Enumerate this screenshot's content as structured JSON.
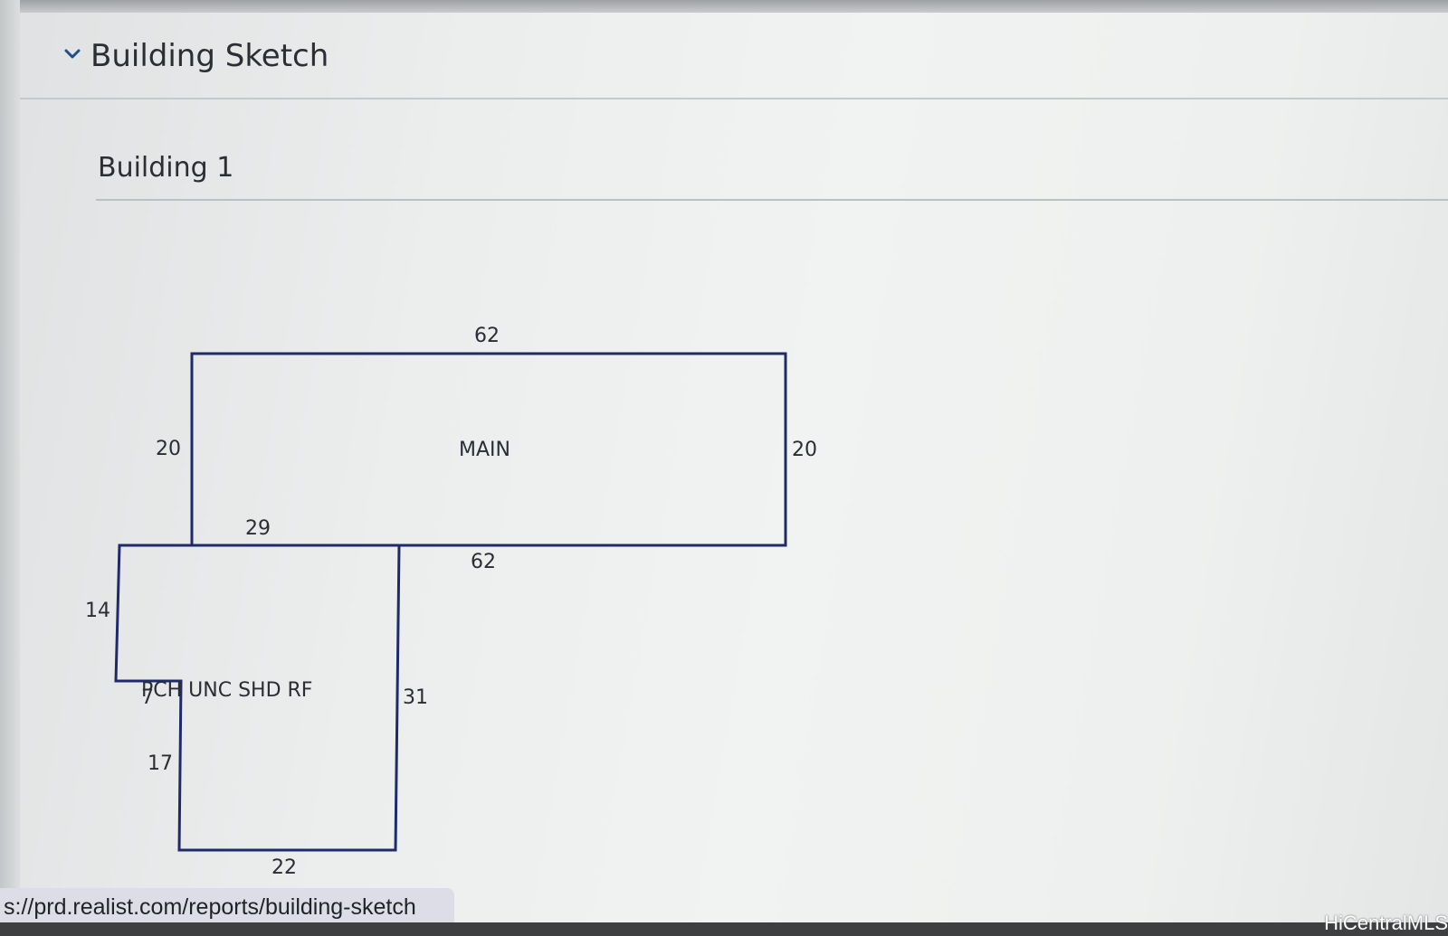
{
  "section": {
    "title": "Building Sketch",
    "icon": "chevron-down-icon"
  },
  "building": {
    "title": "Building 1"
  },
  "sketch": {
    "areas": {
      "main": "MAIN",
      "porch": "PCH UNC SHD RF"
    },
    "dimensions": {
      "main_top": "62",
      "main_left": "20",
      "main_right": "20",
      "main_bottom": "62",
      "porch_top": "29",
      "porch_left_upper": "14",
      "porch_step": "7",
      "porch_left_lower": "17",
      "porch_right": "31",
      "porch_bottom": "22"
    },
    "line_color": "#1f2a6b"
  },
  "status_bar": {
    "url": "s://prd.realist.com/reports/building-sketch"
  },
  "watermark": "HiCentralMLS"
}
